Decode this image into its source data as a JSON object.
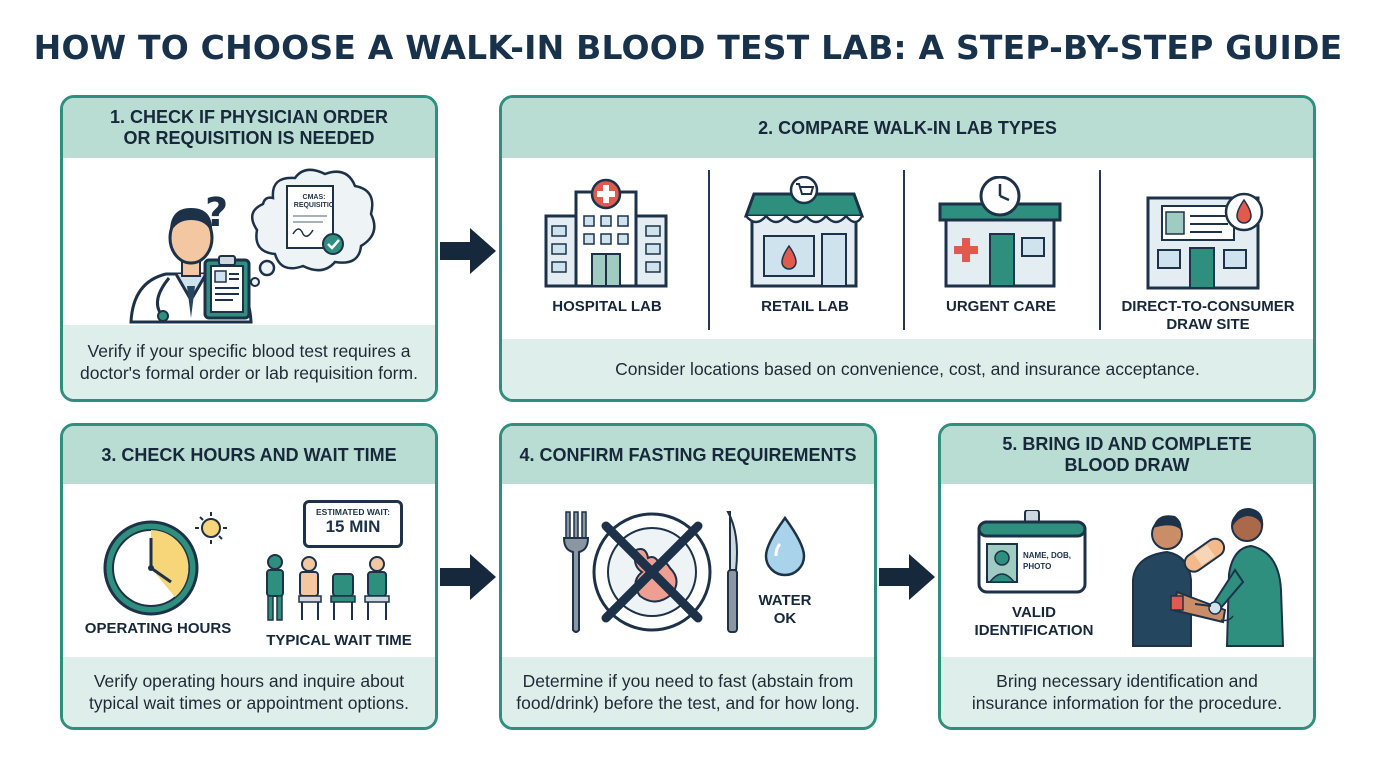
{
  "title": "HOW TO CHOOSE A WALK-IN BLOOD TEST LAB: A STEP-BY-STEP GUIDE",
  "colors": {
    "accent": "#2f8f7f",
    "header_bg": "#b9dcd3",
    "footer_bg": "#deeeea",
    "navy": "#17324a",
    "arrow": "#16283c"
  },
  "steps": [
    {
      "heading": "1. CHECK IF PHYSICIAN ORDER\nOR REQUISITION IS NEEDED",
      "text": "Verify if your specific blood test requires a\ndoctor's formal order or lab requisition form.",
      "bubble_text": "CMAS:\nREQUISITIO"
    },
    {
      "heading": "2. COMPARE WALK-IN LAB TYPES",
      "text": "Consider locations based on convenience, cost, and insurance acceptance.",
      "lab_types": [
        "HOSPITAL LAB",
        "RETAIL LAB",
        "URGENT CARE",
        "DIRECT-TO-CONSUMER\nDRAW SITE"
      ]
    },
    {
      "heading": "3. CHECK HOURS AND WAIT TIME",
      "text": "Verify operating hours and inquire about\ntypical wait times or appointment options.",
      "sign_label": "ESTIMATED WAIT:",
      "sign_value": "15 MIN",
      "label_hours": "OPERATING HOURS",
      "label_wait": "TYPICAL WAIT TIME"
    },
    {
      "heading": "4. CONFIRM FASTING REQUIREMENTS",
      "text": "Determine if you need to fast (abstain from\nfood/drink) before the test, and for how long.",
      "label_water": "WATER\nOK"
    },
    {
      "heading": "5. BRING ID AND COMPLETE\nBLOOD DRAW",
      "text": "Bring necessary identification and\ninsurance information for the procedure.",
      "id_card_text": "NAME, DOB,\nPHOTO",
      "label_id": "VALID\nIDENTIFICATION"
    }
  ]
}
